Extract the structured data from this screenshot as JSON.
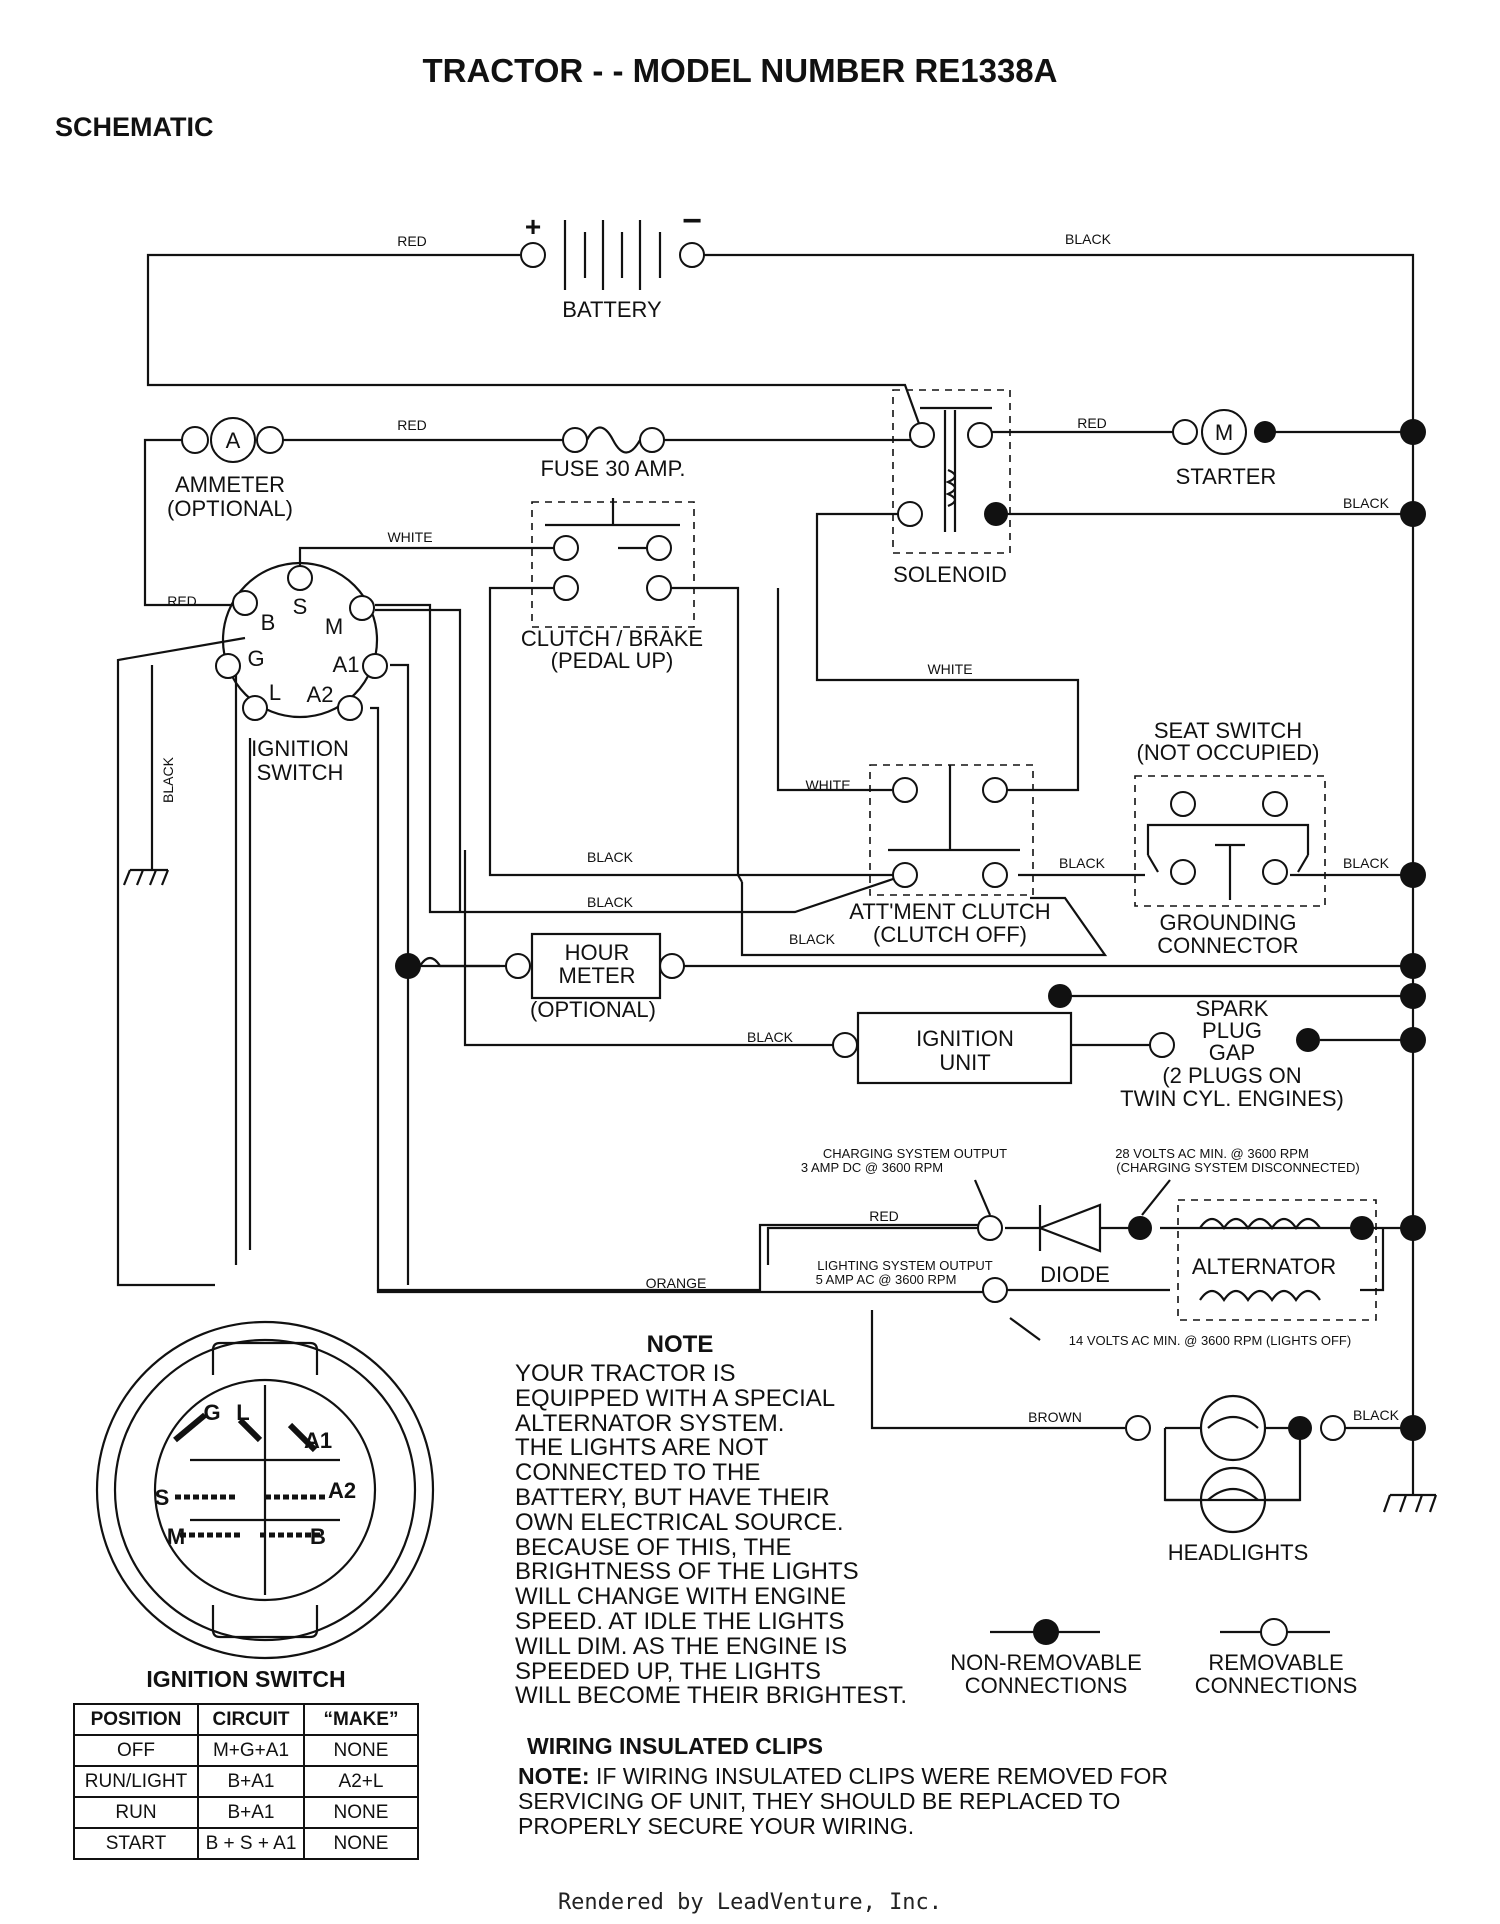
{
  "title": "TRACTOR - - MODEL NUMBER RE1338A",
  "subtitle": "SCHEMATIC",
  "components": {
    "battery": "BATTERY",
    "battery_plus": "+",
    "battery_minus": "−",
    "ammeter": [
      "AMMETER",
      "(OPTIONAL)"
    ],
    "ammeter_symbol": "A",
    "fuse": "FUSE 30 AMP.",
    "solenoid": "SOLENOID",
    "starter": "STARTER",
    "starter_symbol": "M",
    "clutch_brake": [
      "CLUTCH / BRAKE",
      "(PEDAL UP)"
    ],
    "ignition_switch": [
      "IGNITION",
      "SWITCH"
    ],
    "ignition_terminals": [
      "S",
      "B",
      "M",
      "G",
      "A1",
      "L",
      "A2"
    ],
    "seat_switch": [
      "SEAT SWITCH",
      "(NOT OCCUPIED)"
    ],
    "attment_clutch": [
      "ATT'MENT CLUTCH",
      "(CLUTCH OFF)"
    ],
    "grounding_connector": [
      "GROUNDING",
      "CONNECTOR"
    ],
    "hour_meter": [
      "HOUR",
      "METER"
    ],
    "hour_meter_optional": "(OPTIONAL)",
    "ignition_unit": [
      "IGNITION",
      "UNIT"
    ],
    "spark_plug": [
      "SPARK",
      "PLUG",
      "GAP",
      "(2 PLUGS ON",
      "TWIN CYL. ENGINES)"
    ],
    "diode": "DIODE",
    "alternator": "ALTERNATOR",
    "headlights": "HEADLIGHTS"
  },
  "wire_colors": {
    "red": "RED",
    "black": "BLACK",
    "white": "WHITE",
    "orange": "ORANGE",
    "brown": "BROWN"
  },
  "annotations": {
    "charging_output": [
      "CHARGING SYSTEM OUTPUT",
      "3 AMP DC @ 3600 RPM"
    ],
    "volts_28": [
      "28 VOLTS AC MIN. @ 3600 RPM",
      "(CHARGING SYSTEM DISCONNECTED)"
    ],
    "lighting_output": [
      "LIGHTING SYSTEM OUTPUT",
      "5 AMP AC @ 3600 RPM"
    ],
    "volts_14": "14 VOLTS AC MIN. @ 3600 RPM (LIGHTS OFF)"
  },
  "note": {
    "title": "NOTE",
    "body": "YOUR TRACTOR IS\nEQUIPPED WITH A SPECIAL\nALTERNATOR SYSTEM.\nTHE LIGHTS ARE NOT\nCONNECTED TO THE\nBATTERY, BUT HAVE THEIR\nOWN ELECTRICAL SOURCE.\nBECAUSE OF THIS, THE\nBRIGHTNESS OF THE LIGHTS\nWILL CHANGE WITH ENGINE\nSPEED.  AT IDLE THE LIGHTS\nWILL DIM.  AS THE ENGINE IS\nSPEEDED UP, THE LIGHTS\nWILL BECOME THEIR BRIGHTEST."
  },
  "legend": {
    "non_removable": [
      "NON-REMOVABLE",
      "CONNECTIONS"
    ],
    "removable": [
      "REMOVABLE",
      "CONNECTIONS"
    ]
  },
  "ignition_detail": {
    "title": "IGNITION SWITCH",
    "letters": [
      "G",
      "L",
      "A1",
      "S",
      "A2",
      "M",
      "B"
    ]
  },
  "ignition_table": {
    "headers": [
      "POSITION",
      "CIRCUIT",
      "“MAKE”"
    ],
    "rows": [
      [
        "OFF",
        "M+G+A1",
        "NONE"
      ],
      [
        "RUN/LIGHT",
        "B+A1",
        "A2+L"
      ],
      [
        "RUN",
        "B+A1",
        "NONE"
      ],
      [
        "START",
        "B + S + A1",
        "NONE"
      ]
    ]
  },
  "wiring_clips": {
    "title": "WIRING INSULATED CLIPS",
    "note_label": "NOTE:",
    "text": " IF WIRING INSULATED CLIPS WERE REMOVED FOR\nSERVICING OF UNIT, THEY SHOULD BE REPLACED TO\nPROPERLY SECURE YOUR WIRING."
  },
  "footer": "Rendered by LeadVenture, Inc."
}
